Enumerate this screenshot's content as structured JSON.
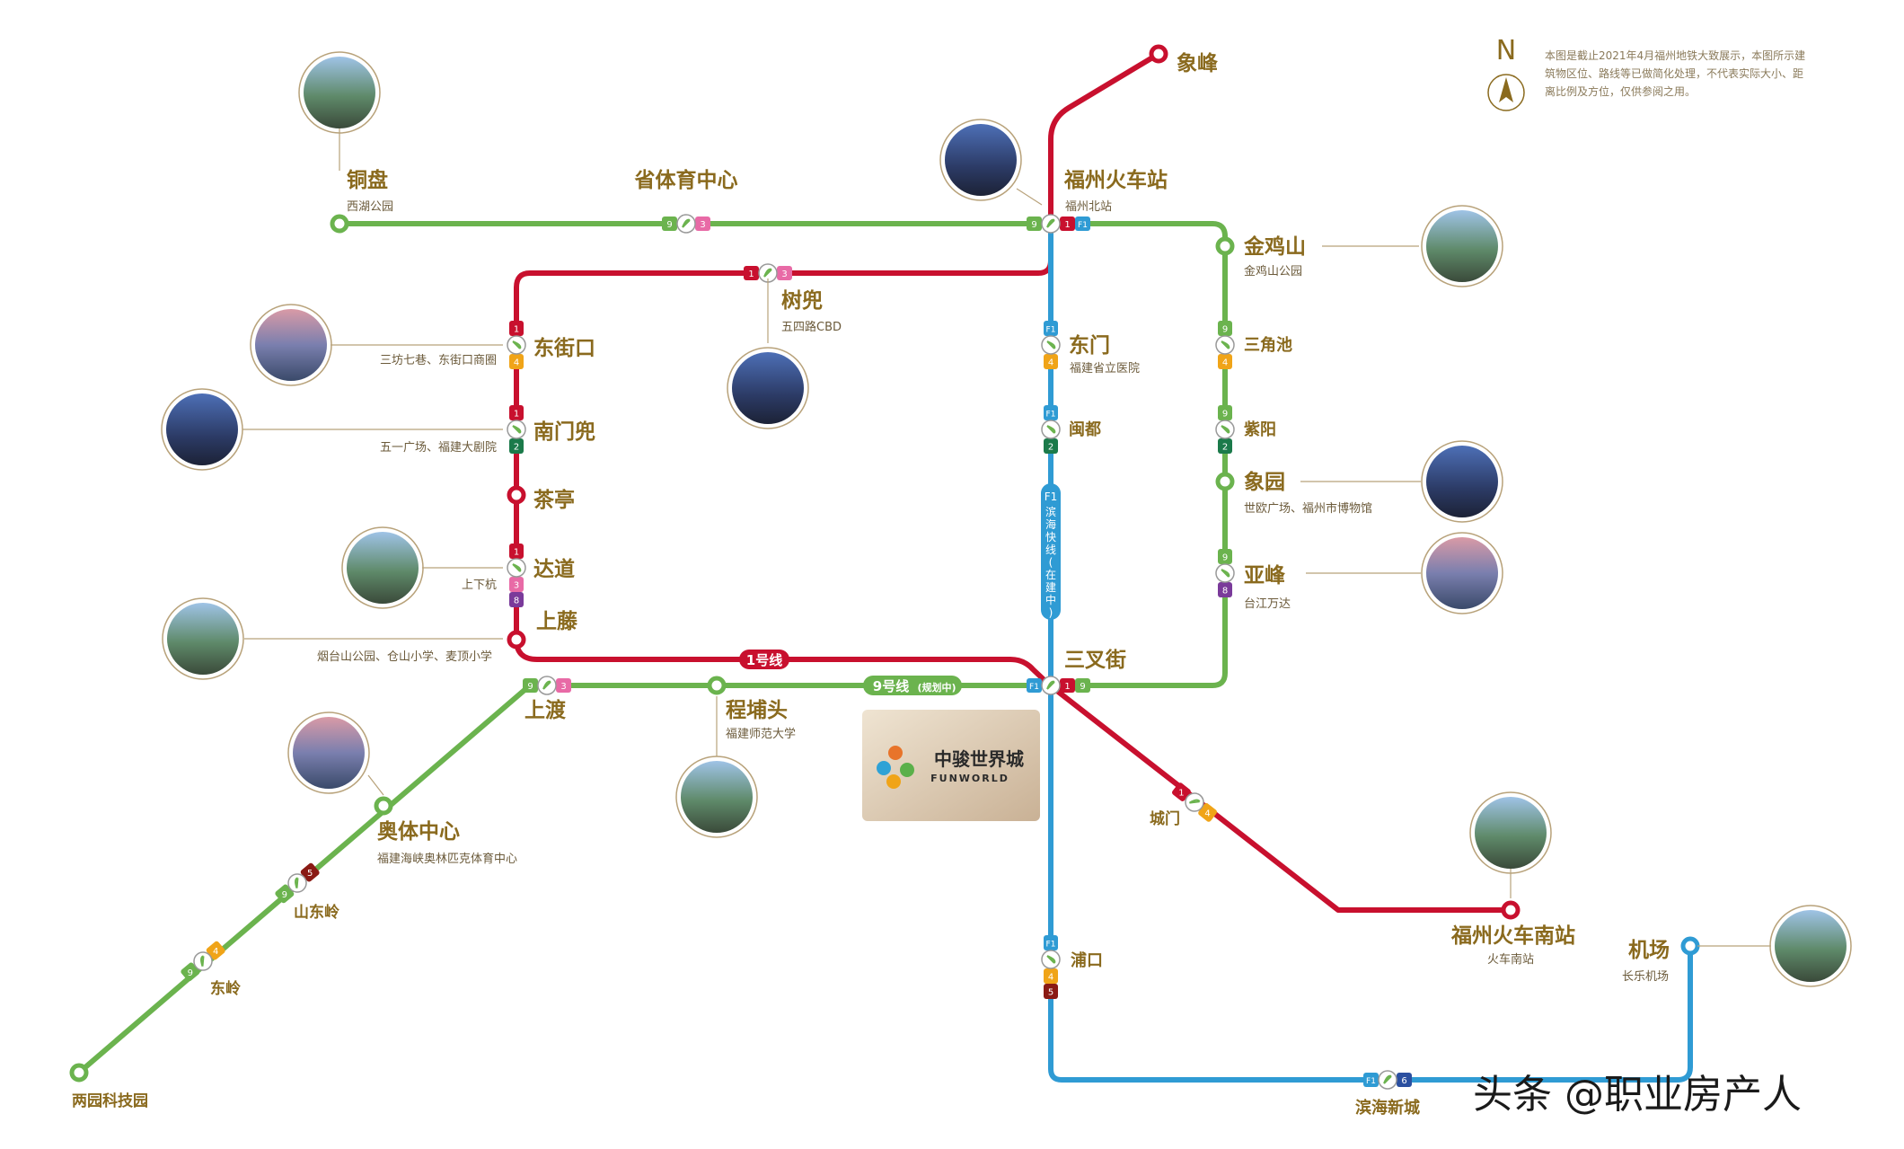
{
  "colors": {
    "line1": "#c8102e",
    "line9": "#6bb34e",
    "lineF1": "#2f9bd4",
    "line3": "#e86aa6",
    "line4": "#f0a418",
    "line2": "#1b7a4a",
    "line5": "#8a1a14",
    "line6": "#2b4fa0",
    "line8": "#7a3a9a",
    "gold": "#8a6a1e"
  },
  "north_label": "N",
  "note_lines": [
    "本图是截止2021年4月福州地铁大致展示，本图所示建",
    "筑物区位、路线等已做简化处理，不代表实际大小、距",
    "离比例及方位，仅供参阅之用。"
  ],
  "stations": {
    "xiangfeng": {
      "name": "象峰"
    },
    "tongpan": {
      "name": "铜盘",
      "sub": "西湖公园"
    },
    "shengtiyu": {
      "name": "省体育中心"
    },
    "fuzhou_station": {
      "name": "福州火车站",
      "sub": "福州北站"
    },
    "jinjishan": {
      "name": "金鸡山",
      "sub": "金鸡山公园"
    },
    "shudou": {
      "name": "树兜",
      "sub": "五四路CBD"
    },
    "dongjiekou": {
      "name": "东街口",
      "sub": "三坊七巷、东街口商圈"
    },
    "nanmendou": {
      "name": "南门兜",
      "sub": "五一广场、福建大剧院"
    },
    "chating": {
      "name": "茶亭"
    },
    "dadao": {
      "name": "达道",
      "sub": "上下杭"
    },
    "shangteng": {
      "name": "上藤",
      "sub": "烟台山公园、仓山小学、麦顶小学"
    },
    "dongmen": {
      "name": "东门",
      "sub": "福建省立医院"
    },
    "mindu": {
      "name": "闽都"
    },
    "sanjiaochi": {
      "name": "三角池"
    },
    "ziyang": {
      "name": "紫阳"
    },
    "xiangyuan": {
      "name": "象园",
      "sub": "世欧广场、福州市博物馆"
    },
    "yafeng": {
      "name": "亚峰",
      "sub": "台江万达"
    },
    "sanchajie": {
      "name": "三叉街"
    },
    "shangdu": {
      "name": "上渡"
    },
    "chengputou": {
      "name": "程埔头",
      "sub": "福建师范大学"
    },
    "aotizhongxin": {
      "name": "奥体中心",
      "sub": "福建海峡奥林匹克体育中心"
    },
    "shandongling": {
      "name": "山东岭"
    },
    "dongling": {
      "name": "东岭"
    },
    "liangyuan": {
      "name": "两园科技园"
    },
    "chengmen": {
      "name": "城门"
    },
    "pukou": {
      "name": "浦口"
    },
    "binhaixincheng": {
      "name": "滨海新城"
    },
    "fuzhou_south": {
      "name": "福州火车南站",
      "sub": "火车南站"
    },
    "jichang": {
      "name": "机场",
      "sub": "长乐机场"
    }
  },
  "line_labels": {
    "line1": "1号线",
    "line9": "9号线",
    "line9_status": "(规划中)",
    "f1_vertical": [
      "F1",
      "滨",
      "海",
      "快",
      "线",
      "(",
      "在",
      "建",
      "中",
      ")"
    ]
  },
  "badges": {
    "n1": "1",
    "n2": "2",
    "n3": "3",
    "n4": "4",
    "n5": "5",
    "n6": "6",
    "n8": "8",
    "n9": "9",
    "f1": "F1"
  },
  "brand": {
    "title": "中骏世界城",
    "subtitle": "FUNWORLD"
  },
  "watermark": "头条 @职业房产人"
}
